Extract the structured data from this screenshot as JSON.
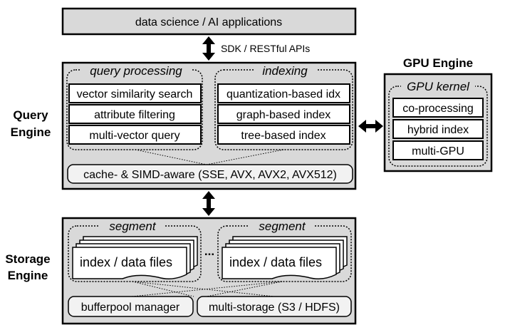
{
  "top_bar": {
    "label": "data science / AI applications"
  },
  "api_arrow": {
    "label": "SDK / RESTful APIs"
  },
  "query_engine": {
    "title_line1": "Query",
    "title_line2": "Engine",
    "query_processing": {
      "title": "query processing",
      "items": [
        "vector similarity search",
        "attribute filtering",
        "multi-vector query"
      ]
    },
    "indexing": {
      "title": "indexing",
      "items": [
        "quantization-based idx",
        "graph-based index",
        "tree-based index"
      ]
    },
    "simd_bar": "cache- & SIMD-aware (SSE, AVX, AVX2, AVX512)"
  },
  "gpu_engine": {
    "title": "GPU Engine",
    "kernel_title": "GPU kernel",
    "items": [
      "co-processing",
      "hybrid index",
      "multi-GPU"
    ]
  },
  "storage_engine": {
    "title_line1": "Storage",
    "title_line2": "Engine",
    "segments": [
      {
        "title": "segment",
        "files_label": "index / data files"
      },
      {
        "title": "segment",
        "files_label": "index / data files"
      }
    ],
    "ellipsis": "...",
    "bufferpool": "bufferpool manager",
    "multi_storage": "multi-storage (S3 / HDFS)"
  }
}
